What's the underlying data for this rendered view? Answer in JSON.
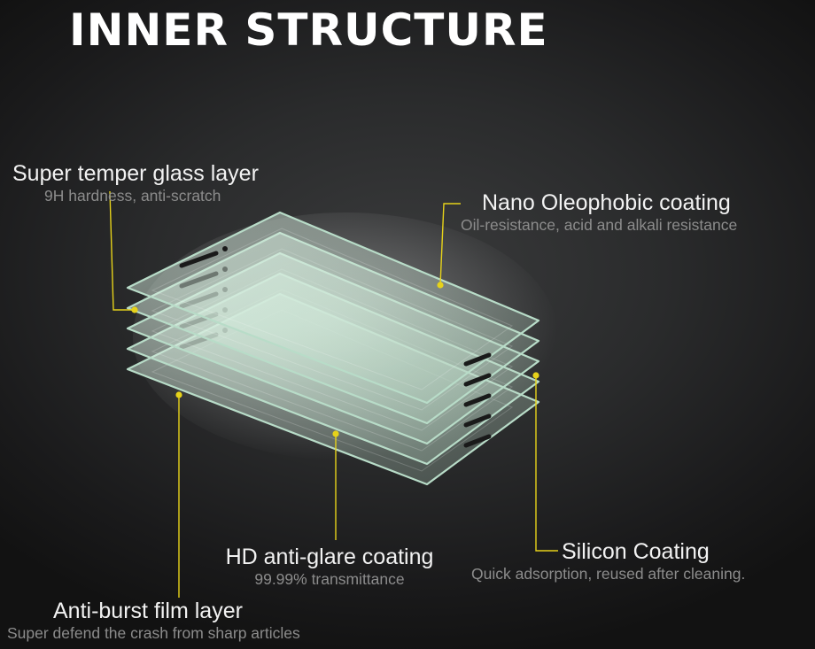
{
  "title": "INNER STRUCTURE",
  "layers": [
    {
      "name": "Super temper glass layer",
      "description": "9H hardness, anti-scratch"
    },
    {
      "name": "Nano Oleophobic coating",
      "description": "Oil-resistance, acid and alkali resistance"
    },
    {
      "name": "Silicon Coating",
      "description": "Quick adsorption, reused after cleaning."
    },
    {
      "name": "HD anti-glare coating",
      "description": "99.99% transmittance"
    },
    {
      "name": "Anti-burst film layer",
      "description": "Super defend the crash from sharp articles"
    }
  ],
  "colors": {
    "background": "#1e1f20",
    "title": "#ffffff",
    "label": "#f2f2f2",
    "sublabel": "#8c8c8c",
    "leader": "#e6d21a",
    "sheet_edge": "#b8dcc8"
  }
}
